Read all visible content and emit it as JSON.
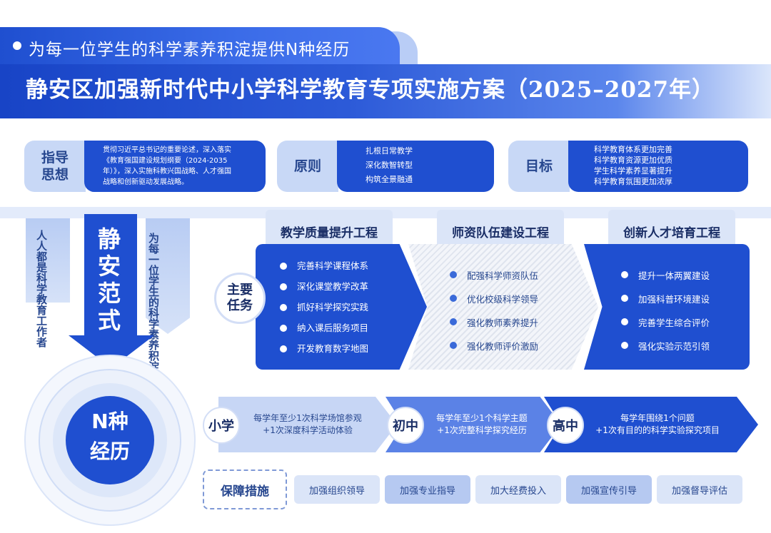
{
  "header": {
    "subtitle": "为每一位学生的科学素养积淀提供N种经历",
    "title": "静安区加强新时代中小学科学教育专项实施方案（2025–2027年）"
  },
  "info_panels": [
    {
      "label_lines": [
        "指导",
        "思想"
      ],
      "body_lines": [
        "贯彻习近平总书记的重要论述，深入落实",
        "《教育强国建设规划纲要（2024-2035",
        "年）》，深入实施科教兴国战略、人才强国",
        "战略和创新驱动发展战略。"
      ]
    },
    {
      "label_lines": [
        "原则"
      ],
      "body_lines": [
        "扎根日常教学",
        "深化数智转型",
        "构筑全景融通"
      ]
    },
    {
      "label_lines": [
        "目标"
      ],
      "body_lines": [
        "科学教育体系更加完善",
        "科学教育资源更加优质",
        "学生科学素养显著提升",
        "科学教育氛围更加浓厚"
      ]
    }
  ],
  "left_column": {
    "left_text": "人人都是科学教育工作者",
    "center_text": "静安范式",
    "right_text": "为每一位学生的科学素养积淀",
    "circle_text_lines": [
      "N种",
      "经历"
    ]
  },
  "main_tasks": {
    "badge_lines": [
      "主要",
      "任务"
    ],
    "projects": [
      {
        "title": "教学质量提升工程",
        "items": [
          "完善科学课程体系",
          "深化课堂教学改革",
          "抓好科学探究实践",
          "纳入课后服务项目",
          "开发教育数字地图"
        ]
      },
      {
        "title": "师资队伍建设工程",
        "items": [
          "配强科学师资队伍",
          "优化校级科学领导",
          "强化教师素养提升",
          "强化教师评价激励"
        ]
      },
      {
        "title": "创新人才培育工程",
        "items": [
          "提升一体两翼建设",
          "加强科普环境建设",
          "完善学生综合评价",
          "强化实验示范引领"
        ]
      }
    ]
  },
  "school_levels": [
    {
      "label": "小学",
      "lines": [
        "每学年至少1次科学场馆参观",
        "+1次深度科学活动体验"
      ]
    },
    {
      "label": "初中",
      "lines": [
        "每学年至少1个科学主题",
        "+1次完整科学探究经历"
      ]
    },
    {
      "label": "高中",
      "lines": [
        "每学年围绕1个问题",
        "+1次有目的的科学实验探究项目"
      ]
    }
  ],
  "guarantees": {
    "title": "保障措施",
    "items": [
      "加强组织领导",
      "加强专业指导",
      "加大经费投入",
      "加强宣传引导",
      "加强督导评估"
    ]
  },
  "colors": {
    "primary_blue": "#1f4fd0",
    "light_blue": "#dbe5f8",
    "mid_blue": "#b6c9f1",
    "dark_text": "#1a2e66"
  }
}
